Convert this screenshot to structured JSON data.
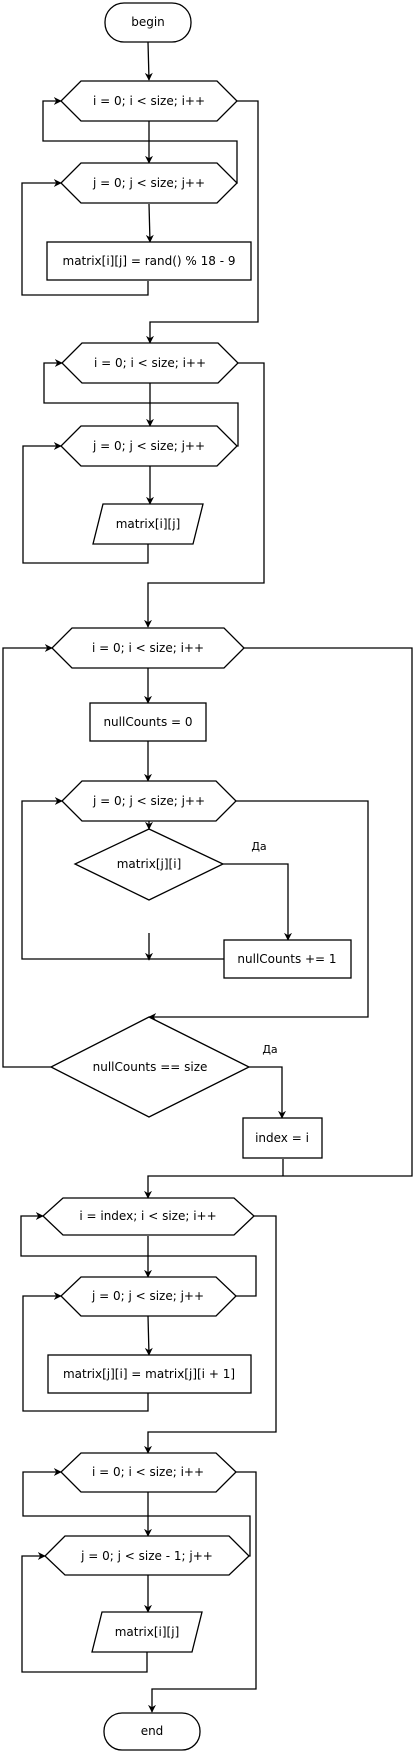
{
  "diagram": {
    "nodes": {
      "begin": "begin",
      "loop1_i": "i = 0; i < size; i++",
      "loop1_j": "j = 0; j < size; j++",
      "assign_rand": "matrix[i][j] = rand() % 18 - 9",
      "loop2_i": "i = 0; i < size; i++",
      "loop2_j": "j = 0; j < size; j++",
      "output1": "matrix[i][j]",
      "loop3_i": "i = 0; i < size; i++",
      "null_init": "nullCounts = 0",
      "loop3_j": "j = 0; j < size; j++",
      "cond_cell": "matrix[j][i]",
      "null_inc": "nullCounts += 1",
      "cond_full": "nullCounts == size",
      "index_assign": "index = i",
      "loop4_i": "i = index; i < size; i++",
      "loop4_j": "j = 0; j < size; j++",
      "shift": "matrix[j][i] = matrix[j][i + 1]",
      "loop5_i": "i = 0; i < size; i++",
      "loop5_j": "j = 0; j < size - 1; j++",
      "output2": "matrix[i][j]",
      "end": "end"
    },
    "edge_labels": {
      "yes1": "Да",
      "yes2": "Да"
    }
  }
}
